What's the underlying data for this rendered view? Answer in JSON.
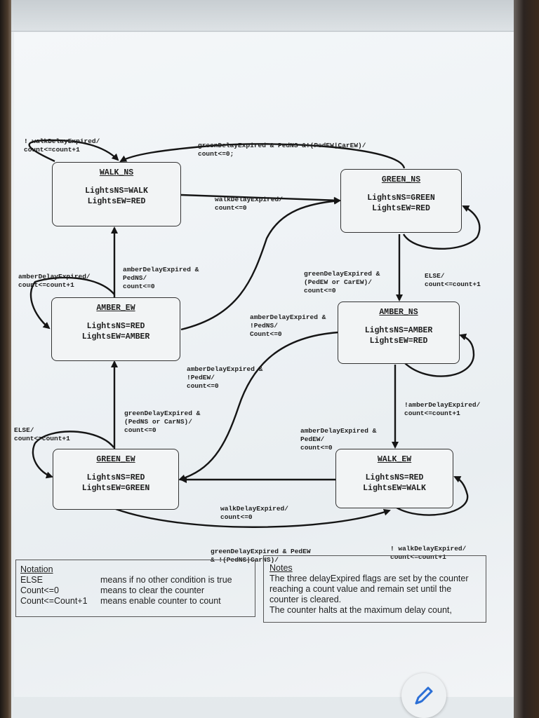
{
  "states": {
    "walk_ns": {
      "title": "WALK_NS",
      "line1": "LightsNS=WALK",
      "line2": "LightsEW=RED"
    },
    "green_ns": {
      "title": "GREEN_NS",
      "line1": "LightsNS=GREEN",
      "line2": "LightsEW=RED"
    },
    "amber_ew": {
      "title": "AMBER_EW",
      "line1": "LightsNS=RED",
      "line2": "LightsEW=AMBER"
    },
    "amber_ns": {
      "title": "AMBER_NS",
      "line1": "LightsNS=AMBER",
      "line2": "LightsEW=RED"
    },
    "green_ew": {
      "title": "GREEN_EW",
      "line1": "LightsNS=RED",
      "line2": "LightsEW=GREEN"
    },
    "walk_ew": {
      "title": "WALK_EW",
      "line1": "LightsNS=RED",
      "line2": "LightsEW=WALK"
    }
  },
  "transitions": {
    "walk_ns_self": {
      "l1": "! walkDelayExpired/",
      "l2": "count<=count+1"
    },
    "green_ns_to_walk_ns": {
      "l1": "greenDelayExpired & PedNS &!(PedEW|CarEW)/",
      "l2": "count<=0;"
    },
    "walk_ns_to_green_ns": {
      "l1": "walkDelayExpired/",
      "l2": "count<=0"
    },
    "amber_ew_self": {
      "l1": "amberDelayExpired/",
      "l2": "count<=count+1"
    },
    "amber_ew_to_walk_ns": {
      "l1": "amberDelayExpired &",
      "l2": "PedNS/",
      "l3": "count<=0"
    },
    "green_ns_to_amber_ns": {
      "l1": "greenDelayExpired &",
      "l2": "(PedEW or CarEW)/",
      "l3": "count<=0"
    },
    "green_ns_self": {
      "l1": "ELSE/",
      "l2": "count<=count+1"
    },
    "amber_ew_to_green_ns": {
      "l1": "amberDelayExpired &",
      "l2": "!PedNS/",
      "l3": "Count<=0"
    },
    "amber_ns_to_green_ew": {
      "l1": "amberDelayExpired &",
      "l2": "!PedEW/",
      "l3": "count<=0"
    },
    "amber_ns_self": {
      "l1": "!amberDelayExpired/",
      "l2": "count<=count+1"
    },
    "green_ew_to_amber_ew": {
      "l1": "greenDelayExpired &",
      "l2": "(PedNS or CarNS)/",
      "l3": "count<=0"
    },
    "green_ew_self": {
      "l1": "ELSE/",
      "l2": "count<=count+1"
    },
    "amber_ns_to_walk_ew": {
      "l1": "amberDelayExpired &",
      "l2": "PedEW/",
      "l3": "count<=0"
    },
    "walk_ew_to_green_ew": {
      "l1": "walkDelayExpired/",
      "l2": "count<=0"
    },
    "green_ew_to_walk_ew": {
      "l1": "greenDelayExpired & PedEW",
      "l2": "& !(PedNS|CarNS)/"
    },
    "walk_ew_self": {
      "l1": "! walkDelayExpired/",
      "l2": "count<=count+1"
    }
  },
  "notation": {
    "heading": "Notation",
    "rows": [
      {
        "k": "ELSE",
        "v": "means if no other condition is true"
      },
      {
        "k": "Count<=0",
        "v": "means to clear the counter"
      },
      {
        "k": "Count<=Count+1",
        "v": "means enable counter to count"
      }
    ]
  },
  "notes": {
    "heading": "Notes",
    "l1": "The three delayExpired flags are set by the counter",
    "l2": "reaching a count value and remain set until the",
    "l3": "counter is cleared.",
    "l4": "The counter halts at the maximum delay count,"
  },
  "icons": {
    "edit": "pencil-icon"
  },
  "colors": {
    "accent_edit": "#2b6fd6"
  }
}
